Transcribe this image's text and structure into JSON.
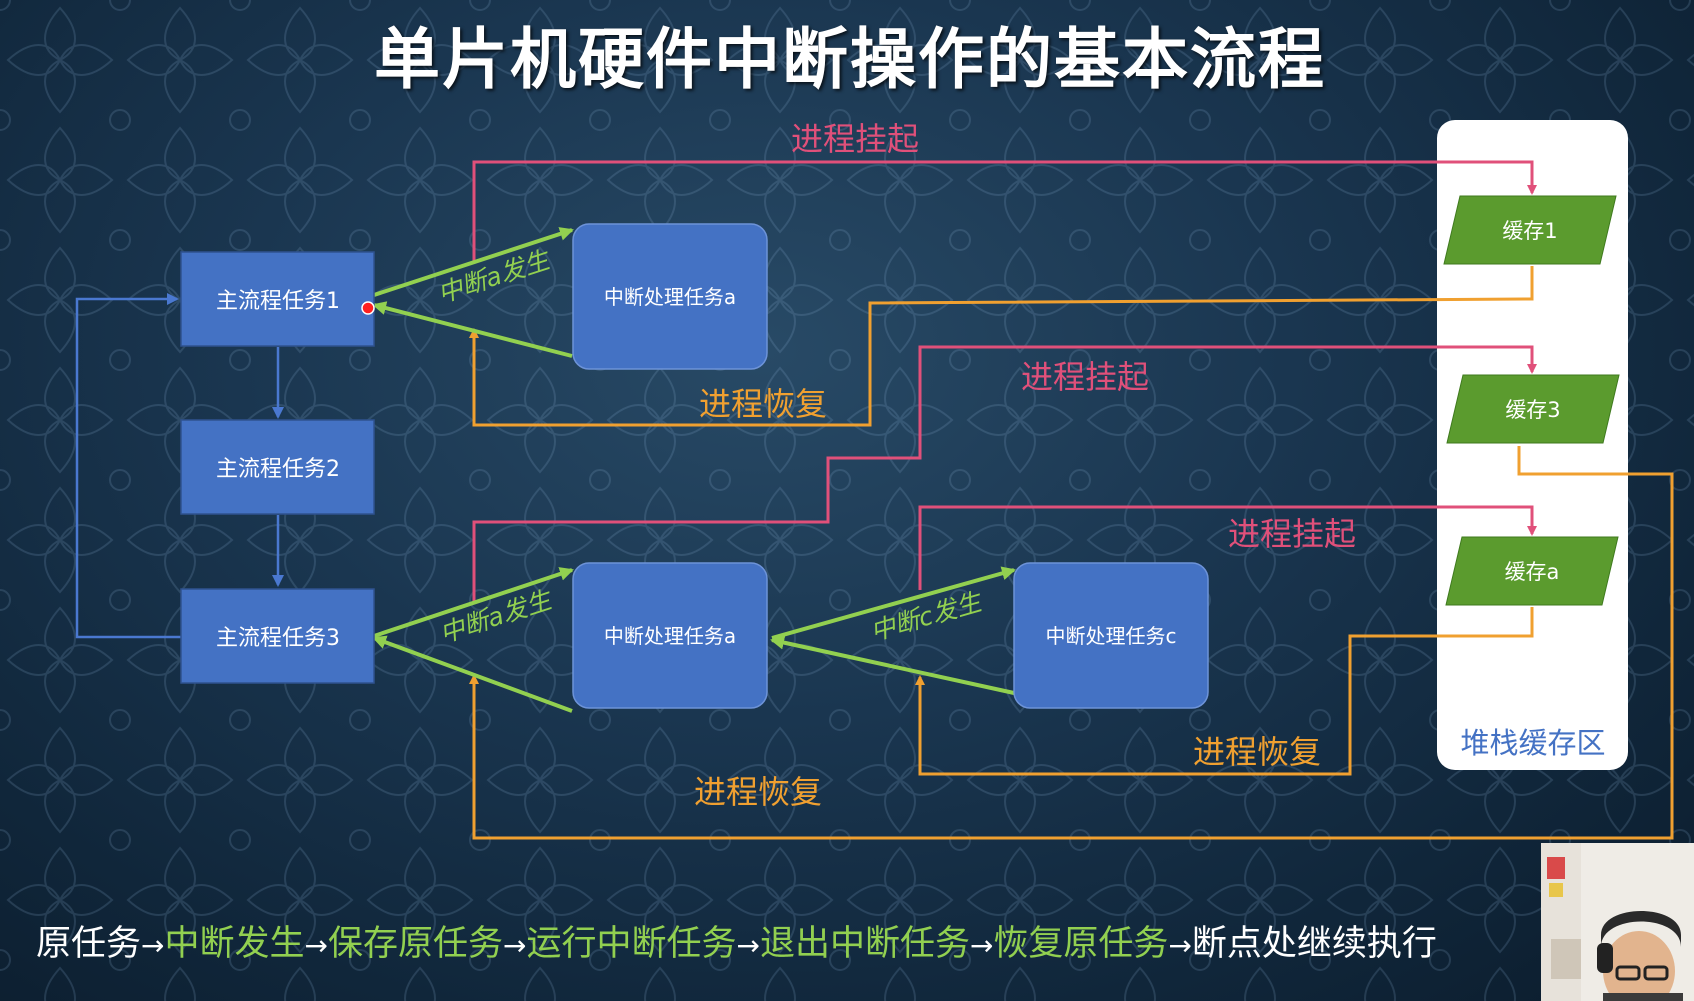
{
  "title": "单片机硬件中断操作的基本流程",
  "boxes": {
    "main1": "主流程任务1",
    "main2": "主流程任务2",
    "main3": "主流程任务3",
    "isr_a1": "中断处理任务a",
    "isr_a2": "中断处理任务a",
    "isr_c": "中断处理任务c"
  },
  "stack": {
    "label": "堆栈缓存区",
    "buf1": "缓存1",
    "buf3": "缓存3",
    "bufa": "缓存a"
  },
  "labels": {
    "suspend1": "进程挂起",
    "suspend2": "进程挂起",
    "suspend3": "进程挂起",
    "resume1": "进程恢复",
    "resume2": "进程恢复",
    "resume3": "进程恢复",
    "irq_a1": "中断a发生",
    "irq_a2": "中断a发生",
    "irq_c": "中断c发生"
  },
  "bottom": {
    "s1": "原任务",
    "s2": "中断发生",
    "s3": "保存原任务",
    "s4": "运行中断任务",
    "s5": "退出中断任务",
    "s6": "恢复原任务",
    "s7": "断点处继续执行",
    "arrow": "→"
  },
  "colors": {
    "box_blue": "#4472c4",
    "buffer_green": "#5b9b2e",
    "suspend_pink": "#e0507a",
    "resume_orange": "#f0a030",
    "irq_green": "#92d050",
    "flow_blue": "#4a78d0"
  }
}
